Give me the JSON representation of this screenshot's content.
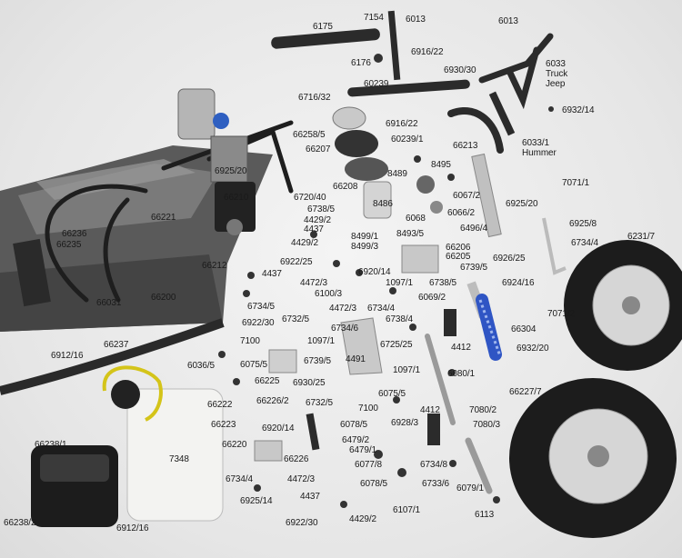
{
  "colors": {
    "chassis": "#4a4a4a",
    "metal": "#b8b8b8",
    "tire": "#1c1c1c",
    "rim": "#d8d8d8",
    "shock_blue": "#2f55c4",
    "fuel_cap": "#d4c419"
  },
  "labels": {
    "l6175": "6175",
    "l7154": "7154",
    "l6013a": "6013",
    "l6013b": "6013",
    "l6916_22a": "6916/22",
    "l6176": "6176",
    "l6930_30": "6930/30",
    "l6033": "6033\nTruck\nJeep",
    "l6716_32": "6716/32",
    "l60239": "60239",
    "l6932_14": "6932/14",
    "l66258_5": "66258/5",
    "l6916_22b": "6916/22",
    "l66207": "66207",
    "l60239_1": "60239/1",
    "l66213": "66213",
    "l6033_1": "6033/1\nHummer",
    "l8495": "8495",
    "l6925_20a": "6925/20",
    "l8489": "8489",
    "l7071_1": "7071/1",
    "l66210": "66210",
    "l6720_40": "6720/40",
    "l66208": "66208",
    "l6067_2": "6067/2",
    "l6738_5a": "6738/5",
    "l8486": "8486",
    "l6925_20b": "6925/20",
    "l66221": "66221",
    "l4429_2a": "4429/2",
    "l6068": "6068",
    "l6066_2": "6066/2",
    "l6925_8": "6925/8",
    "l4437a": "4437",
    "l6496_4": "6496/4",
    "l66236": "66236",
    "l66235": "66235",
    "l8499_1": "8499/1",
    "l8499_3": "8499/3",
    "l8493_5": "8493/5",
    "l6734_4a": "6734/4",
    "l4429_2b": "4429/2",
    "l66206": "66206",
    "l6231_7": "6231/7",
    "l66212": "66212",
    "l66205": "66205",
    "l6922_25": "6922/25",
    "l6926_25": "6926/25",
    "l6739_5a": "6739/5",
    "l4437b": "4437",
    "l6920_14a": "6920/14",
    "l4472_3a": "4472/3",
    "l6924_16": "6924/16",
    "l1097_1a": "1097/1",
    "l6738_5b": "6738/5",
    "l6100_3": "6100/3",
    "l66031": "66031",
    "l66200": "66200",
    "l6069_2": "6069/2",
    "l6734_5": "6734/5",
    "l7071_2": "7071/2",
    "l4472_3b": "4472/3",
    "l6738_4": "6738/4",
    "l6732_5a": "6732/5",
    "l6922_30a": "6922/30",
    "l6734_6": "6734/6",
    "l66304": "66304",
    "l66237": "66237",
    "l6725_25": "6725/25",
    "l7100a": "7100",
    "l1097_1b": "1097/1",
    "l6912_16a": "6912/16",
    "l6036_5": "6036/5",
    "l4412a": "4412",
    "l6932_20": "6932/20",
    "l6739_5b": "6739/5",
    "l4491": "4491",
    "l6075_5a": "6075/5",
    "l1097_1c": "1097/1",
    "l6080_1": "6080/1",
    "l66225": "66225",
    "l6930_25": "6930/25",
    "l66227_7": "66227/7",
    "l6075_5b": "6075/5",
    "l66222": "66222",
    "l66226_2": "66226/2",
    "l6732_5b": "6732/5",
    "l7100b": "7100",
    "l4412b": "4412",
    "l7080_2": "7080/2",
    "l66223": "66223",
    "l6920_14b": "6920/14",
    "l6078_5a": "6078/5",
    "l6928_3": "6928/3",
    "l7080_3": "7080/3",
    "l66238_1": "66238/1",
    "l66220": "66220",
    "l6479_2": "6479/2",
    "l6479_1": "6479/1",
    "l7348": "7348",
    "l66226": "66226",
    "l6077_8": "6077/8",
    "l6734_8": "6734/8",
    "l6734_4b": "6734/4",
    "l4472_3c": "4472/3",
    "l6078_5b": "6078/5",
    "l6733_6": "6733/6",
    "l6079_1": "6079/1",
    "l6925_14": "6925/14",
    "l4437c": "4437",
    "l6107_1": "6107/1",
    "l6113": "6113",
    "l66238_2": "66238/2",
    "l6912_16b": "6912/16",
    "l6922_30b": "6922/30",
    "l4429_2c": "4429/2"
  }
}
